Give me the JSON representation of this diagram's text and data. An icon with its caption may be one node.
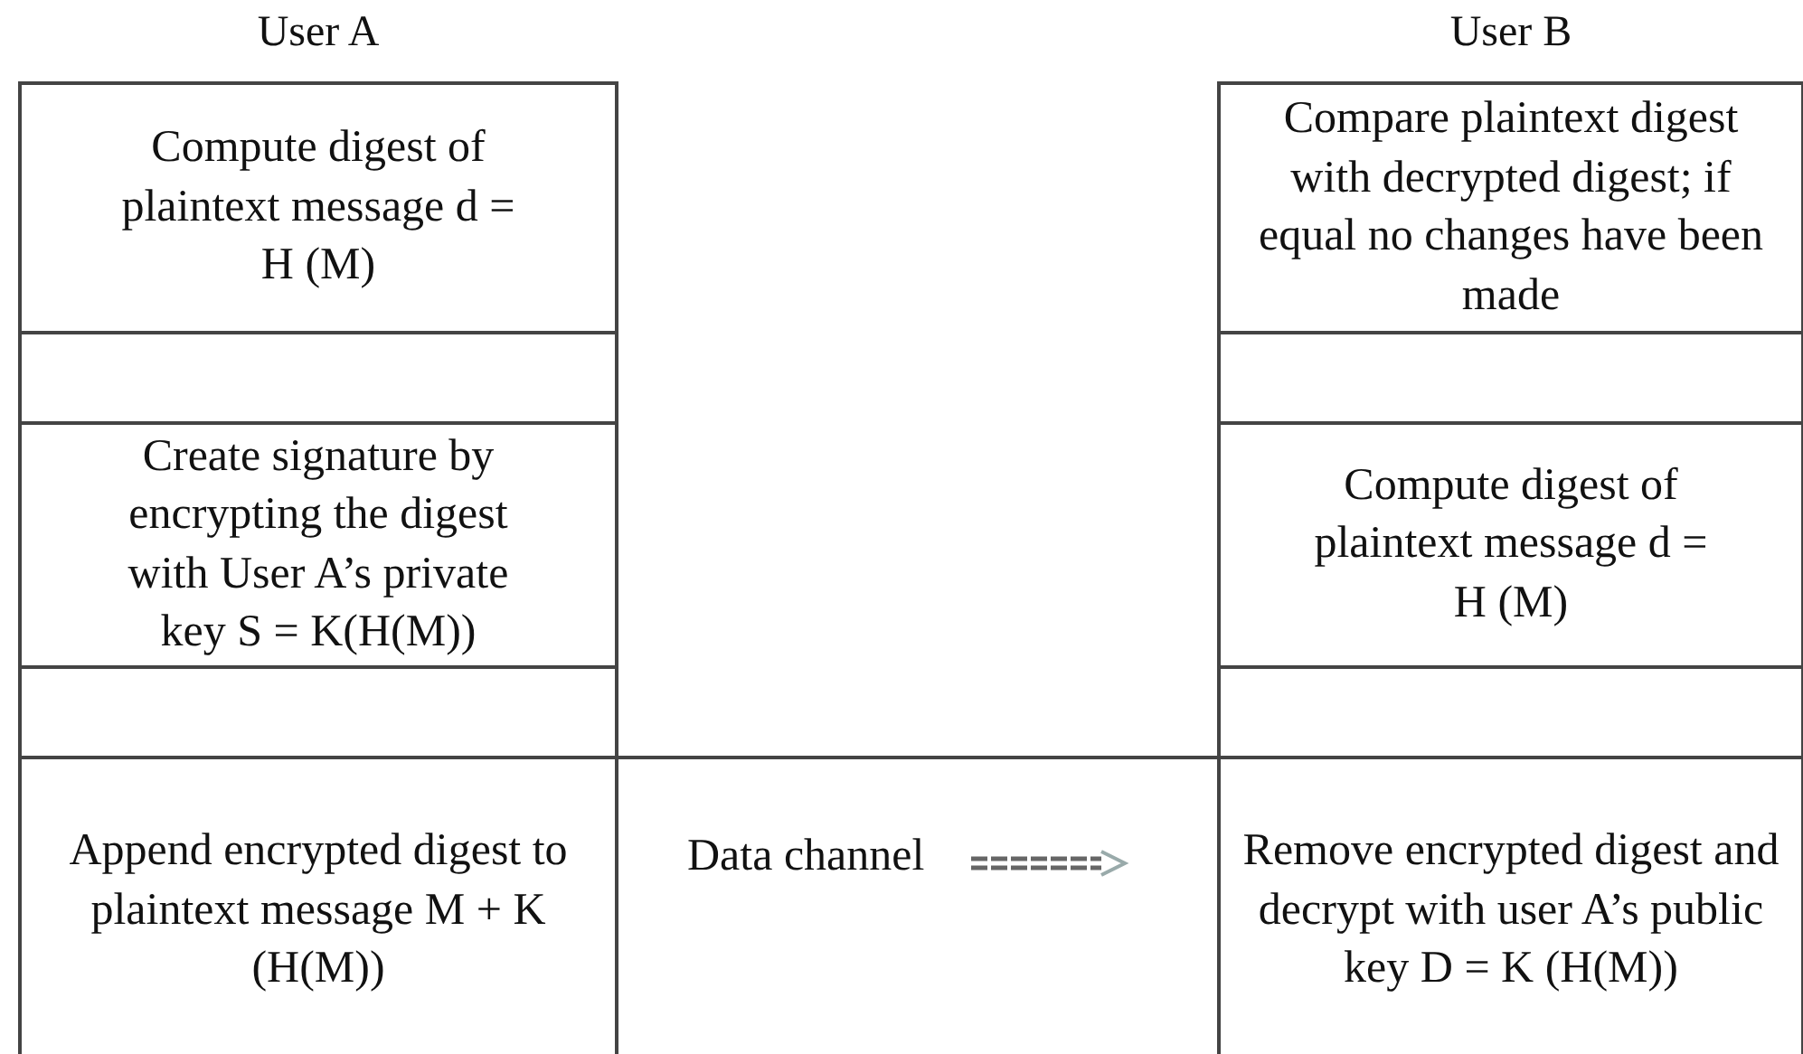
{
  "diagram": {
    "nodes": [
      {
        "text": [
          "User A"
        ]
      },
      {
        "text": [
          "Compute digest of plaintext message d = H (M)"
        ],
        "in": 0
      },
      {
        "text": [],
        "shape": "box",
        "in": 0
      },
      {
        "text": [
          "Create signature by encrypting the digest with User A’s private key S = K(H(M))"
        ],
        "in": 0
      },
      {
        "text": [],
        "shape": "box",
        "in": 0
      },
      {
        "text": [
          "Append encrypted digest to plaintext message M + K (H(M))"
        ],
        "in": 0
      },
      {
        "text": [
          "Data channel"
        ]
      },
      {
        "text": [
          "User B"
        ]
      },
      {
        "text": [
          "Compare plaintext digest with decrypted digest; if equal no changes have been made"
        ],
        "in": 7
      },
      {
        "text": [],
        "shape": "box",
        "in": 7
      },
      {
        "text": [
          "Compute digest of plaintext message d = H (M)"
        ],
        "in": 7
      },
      {
        "text": [],
        "shape": "box",
        "in": 7
      },
      {
        "text": [
          "Remove encrypted digest and decrypt with user A’s public key D = K (H(M))"
        ],
        "in": 7
      }
    ]
  }
}
